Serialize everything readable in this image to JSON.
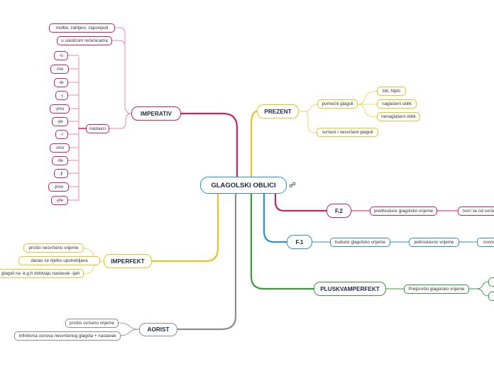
{
  "central": {
    "label": "GLAGOLSKI OBLICI"
  },
  "imperativ": {
    "label": "IMPERATIV",
    "molbe": "molbe, zahtjevi, zapovijedi",
    "usklicnim": "u usklićnim rečenicama",
    "nastavci": "nastavci",
    "endings": [
      "-o",
      "-mo",
      "-te",
      "-j",
      "-jmo",
      "-jte",
      "-i",
      "-imo",
      "-ite",
      "-ji",
      "-jimo",
      "-jite"
    ]
  },
  "prezent": {
    "label": "PREZENT",
    "pomocni": "pomoćni glagoli",
    "biti": "biti, htjeti",
    "naglaseni": "naglašeni oblik",
    "nenaglaseni": "nenaglašeni oblik",
    "svrseni": "svršeni i nesvršeni glagoli"
  },
  "imperfekt": {
    "label": "IMPERFEKT",
    "items": [
      "prošlo nesvršeno vrijeme",
      "danas se rijetko upotrebljava",
      "glagoli na -k,g,h dobivaju nastavak -ijah"
    ]
  },
  "aorist": {
    "label": "AORIST",
    "items": [
      "prošlo svršeno vrijeme",
      "infinitivna osnova nesvršenog glagola + nastavak"
    ]
  },
  "f2": {
    "label": "F.2",
    "predbuduce": "predbuduće glagolsko vrijeme",
    "tvori": "tvori se od svršenog"
  },
  "f1": {
    "label": "F.1",
    "buduce": "buduće glagolsko vrijeme",
    "jednostavno": "jednostavno vrijeme",
    "osnov": "osnov"
  },
  "pluskvamperfekt": {
    "label": "PLUSKVAMPERFEKT",
    "pretproslo": "Pretprošlo glagolsko vrijeme"
  },
  "colors": {
    "imperativ": "#c8235a",
    "prezent": "#e8c21e",
    "f2": "#c8235a",
    "f1": "#2b8fd8",
    "pluskvamperfekt": "#3a9a3a",
    "aorist": "#8c8c8c",
    "central": "#2b8fd8"
  },
  "icons": {
    "central_icon": "link-icon"
  }
}
